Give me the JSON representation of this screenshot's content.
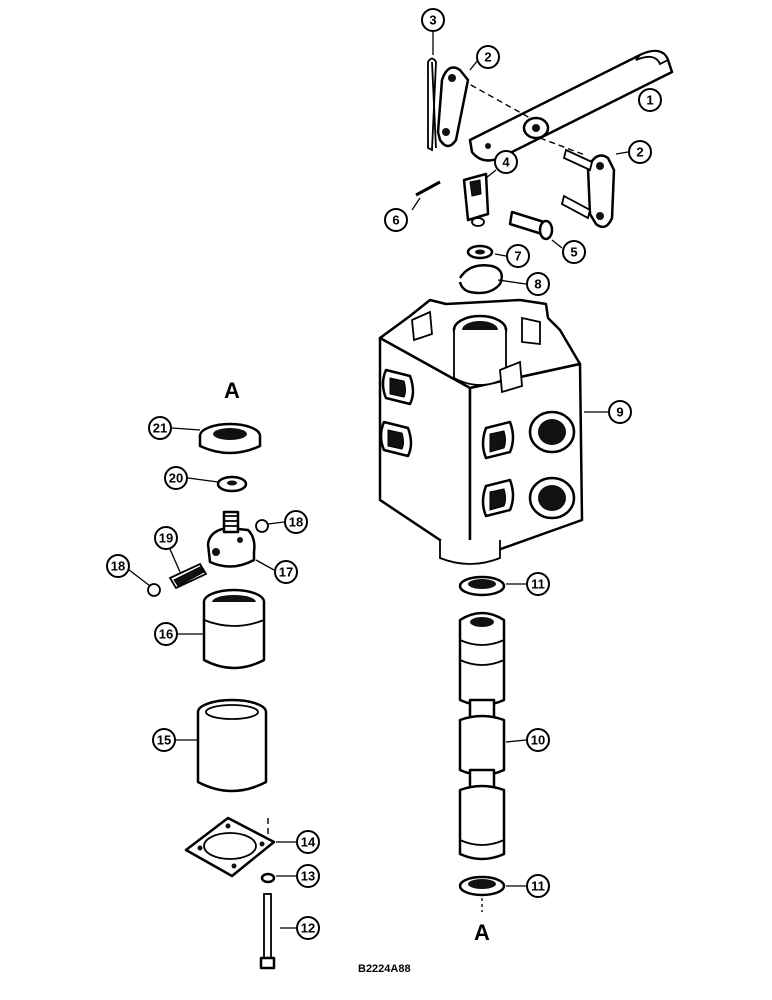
{
  "figure_code": "B2224A88",
  "section_labels": {
    "top": "A",
    "bottom": "A"
  },
  "callouts": [
    "1",
    "2",
    "2",
    "3",
    "4",
    "5",
    "6",
    "7",
    "8",
    "9",
    "10",
    "11",
    "11",
    "12",
    "13",
    "14",
    "15",
    "16",
    "17",
    "18",
    "18",
    "19",
    "20",
    "21"
  ]
}
